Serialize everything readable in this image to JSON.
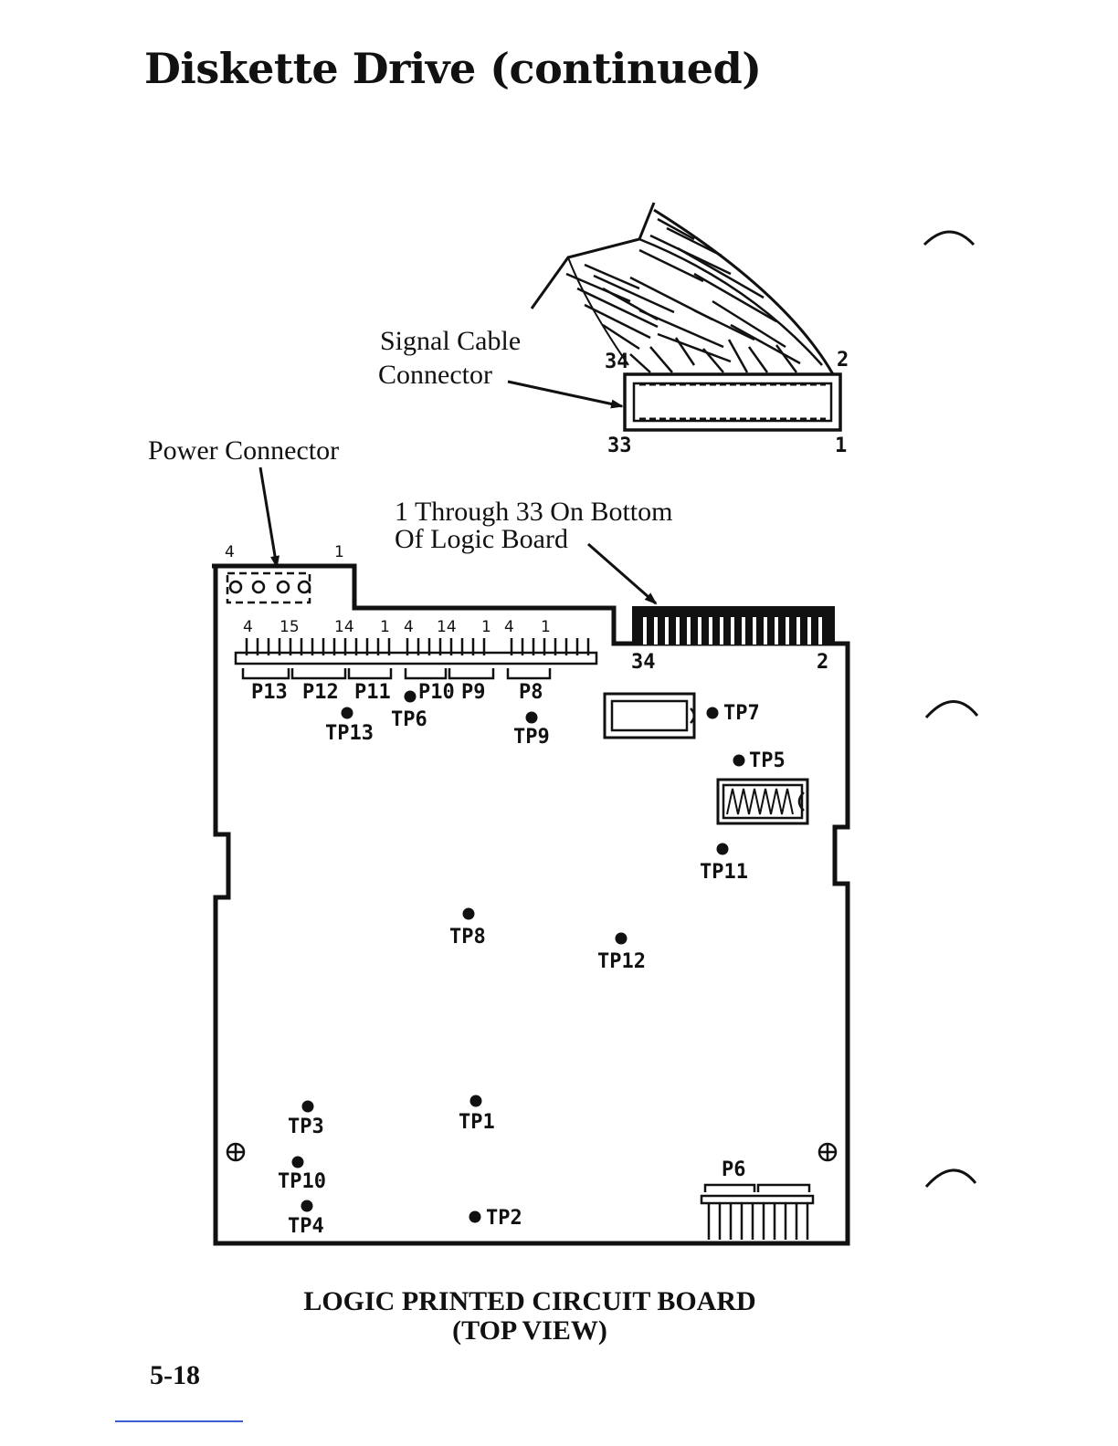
{
  "page": {
    "title": "Diskette Drive (continued)",
    "caption_line1": "LOGIC PRINTED CIRCUIT BOARD",
    "caption_line2": "(TOP VIEW)",
    "page_number": "5-18"
  },
  "callouts": {
    "signal_cable_line1": "Signal Cable",
    "signal_cable_line2": "Connector",
    "power_connector": "Power Connector",
    "bottom_note_line1": "1 Through 33 On Bottom",
    "bottom_note_line2": "Of Logic Board"
  },
  "cable_pins": {
    "top_left": "34",
    "top_right": "2",
    "bottom_left": "33",
    "bottom_right": "1"
  },
  "power_pins": {
    "left": "4",
    "right": "1"
  },
  "jumper_pin_labels": [
    "4",
    "15",
    "14",
    "1",
    "4",
    "14",
    "1",
    "4",
    "1"
  ],
  "edge_pins": {
    "left": "34",
    "right": "2"
  },
  "jumpers": [
    "P13",
    "P12",
    "P11",
    "P10",
    "P9",
    "P8"
  ],
  "test_points": [
    "TP1",
    "TP2",
    "TP3",
    "TP4",
    "TP5",
    "TP6",
    "TP7",
    "TP8",
    "TP9",
    "TP10",
    "TP11",
    "TP12",
    "TP13"
  ],
  "connector_p6": "P6"
}
